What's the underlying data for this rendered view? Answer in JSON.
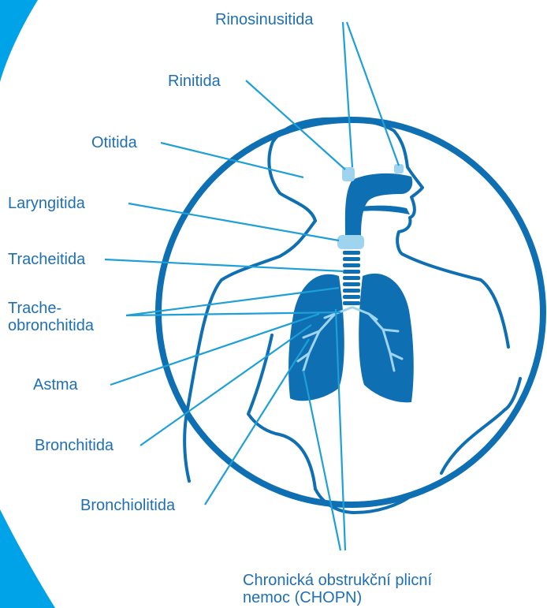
{
  "colors": {
    "accent": "#00a3e8",
    "organ": "#0f6fb3",
    "label_text": "#1f6fb3",
    "leader_line": "#1e9fd8",
    "inflamed_spot": "#9fd4ef"
  },
  "labels": {
    "rinosinusitida": "Rinosinusitida",
    "rinitida": "Rinitida",
    "otitida": "Otitida",
    "laryngitida": "Laryngitida",
    "tracheitida": "Tracheitida",
    "tracheobronchitida_1": "Trache-",
    "tracheobronchitida_2": "obronchitida",
    "astma": "Astma",
    "bronchitida": "Bronchitida",
    "bronchiolitida": "Bronchiolitida",
    "chopn_1": "Chronická obstrukční plicní",
    "chopn_2": "nemoc (CHOPN)"
  }
}
